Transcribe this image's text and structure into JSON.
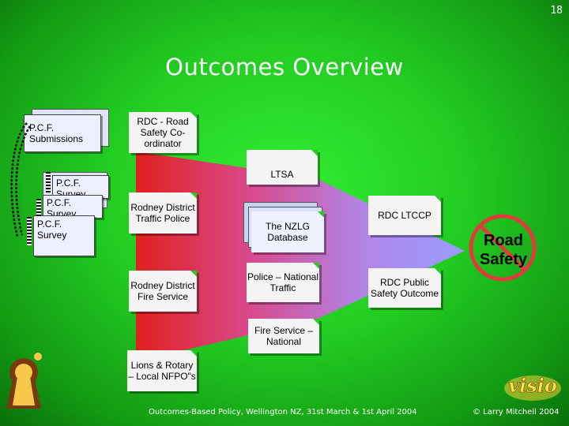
{
  "page_number": "18",
  "title": "Outcomes Overview",
  "inputs": {
    "submissions": "P.C.F. Submissions",
    "survey_1": "P.C.F. Survey",
    "survey_2": "P.C.F. Survey",
    "survey_3": "P.C.F. Survey"
  },
  "notes": {
    "rdc_coordinator": "RDC - Road Safety Co-ordinator",
    "rodney_police": "Rodney District Traffic Police",
    "rodney_fire": "Rodney District Fire Service",
    "lions_rotary": "Lions & Rotary – Local NFPO\"s",
    "ltsa": "LTSA",
    "nzlg_database": "The NZLG Database",
    "police_national": "Police – National Traffic",
    "fire_national": "Fire Service – National",
    "rdc_ltccp": "RDC LTCCP",
    "rdc_public_safety": "RDC Public Safety Outcome"
  },
  "outcome_label": "Road Safety",
  "footer": "Outcomes-Based Policy, Wellington NZ, 31st March & 1st April 2004",
  "copyright": "© Larry Mitchell 2004",
  "logo_text": "visio",
  "colors": {
    "background": "#22cc22",
    "fan_start": "#e0201f",
    "fan_end": "#9999ff",
    "note_fill": "#f4f4f4",
    "cancel_sign": "#e23b3b"
  }
}
